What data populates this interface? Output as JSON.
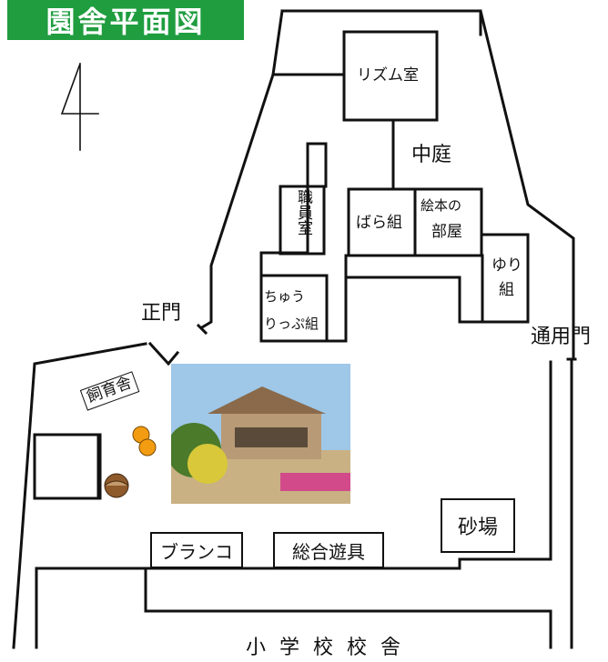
{
  "title": "園舎平面図",
  "north_symbol": "4",
  "rooms": {
    "rhythm_room": "リズム室",
    "courtyard": "中庭",
    "staff_room": "職員室",
    "bara_class": "ばら組",
    "ehon_room_line1": "絵本の",
    "ehon_room_line2": "部屋",
    "yuri_class_line1": "ゆり",
    "yuri_class_line2": "組",
    "chuu_class_line1": "ちゅう",
    "chuu_class_line2": "りっぷ組"
  },
  "gates": {
    "main_gate": "正門",
    "service_gate": "通用門"
  },
  "outdoor": {
    "animal_shed": "飼育舎",
    "swing": "ブランコ",
    "play_equipment": "総合遊具",
    "sandbox": "砂場",
    "school_building": "小 学 校 校 舎"
  },
  "colors": {
    "title_bg": "#1f9d3f",
    "line": "#111111"
  }
}
